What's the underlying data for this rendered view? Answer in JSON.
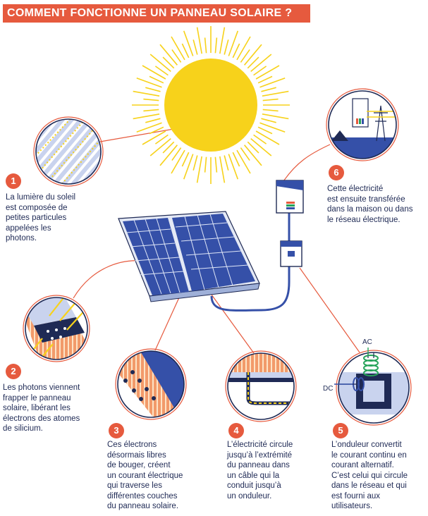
{
  "title": "COMMENT FONCTIONNE UN PANNEAU SOLAIRE ?",
  "colors": {
    "accent": "#e65a3e",
    "sun": "#f7d21b",
    "navy": "#1f2a55",
    "panel": "#3550a8",
    "cell": "#4a66c8",
    "light_blue": "#c9d3ee",
    "orange": "#f29a6a",
    "green": "#27a35a"
  },
  "steps": [
    {
      "number": "1",
      "text": "La lumière du soleil\nest composée de\npetites particules\nappelées les\nphotons."
    },
    {
      "number": "2",
      "text": "Les photons viennent\nfrapper le panneau\nsolaire, libérant les\nélectrons des atomes\nde silicium."
    },
    {
      "number": "3",
      "text": "Ces électrons\ndésormais libres\nde bouger, créent\nun courant électrique\nqui traverse les\ndifférentes couches\ndu panneau solaire."
    },
    {
      "number": "4",
      "text": "L’électricité circule\njusqu’à l’extrémité\ndu panneau dans\nun câble qui la\nconduit jusqu’à\nun onduleur."
    },
    {
      "number": "5",
      "text": "L’onduleur convertit\nle courant continu en\ncourant alternatif.\nC’est celui qui circule\ndans le réseau et qui\nest fourni aux\nutilisateurs."
    },
    {
      "number": "6",
      "text": "Cette électricité\nest ensuite transférée\ndans la maison ou dans\nle réseau électrique."
    }
  ],
  "labels": {
    "ac": "AC",
    "dc": "DC"
  },
  "icons": [
    "sun-icon",
    "solar-panel-icon",
    "meter-icon",
    "inverter-icon",
    "house-icon",
    "pylon-icon",
    "coil-icon"
  ]
}
